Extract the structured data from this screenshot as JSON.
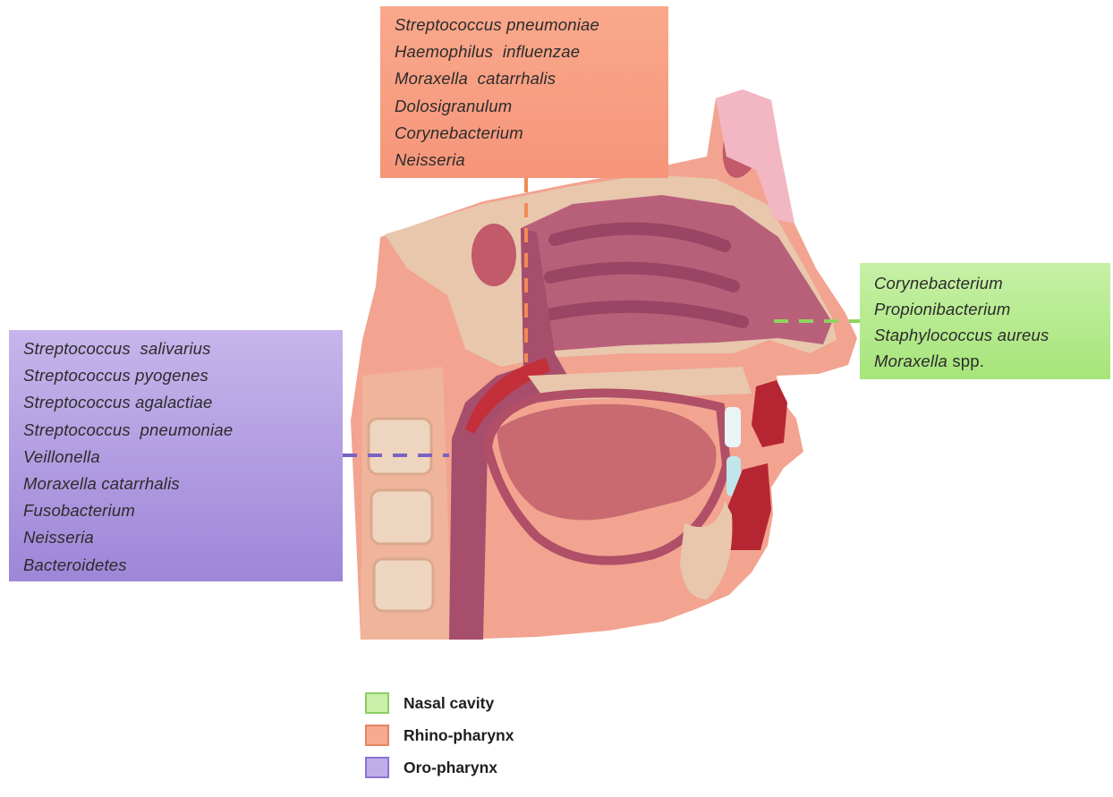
{
  "callouts": {
    "rhino_pharynx": {
      "color": "#f79c80",
      "species": [
        {
          "name": "Streptococcus pneumoniae",
          "suffix": ""
        },
        {
          "name": "Haemophilus  influenzae",
          "suffix": ""
        },
        {
          "name": "Moraxella  catarrhalis",
          "suffix": ""
        },
        {
          "name": "Dolosigranulum",
          "suffix": ""
        },
        {
          "name": "Corynebacterium",
          "suffix": ""
        },
        {
          "name": "Neisseria",
          "suffix": ""
        }
      ]
    },
    "nasal_cavity": {
      "color": "#b3ea8a",
      "species": [
        {
          "name": "Corynebacterium",
          "suffix": ""
        },
        {
          "name": "Propionibacterium",
          "suffix": ""
        },
        {
          "name": "Staphylococcus aureus",
          "suffix": ""
        },
        {
          "name": "Moraxella",
          "suffix": " spp."
        }
      ]
    },
    "oro_pharynx": {
      "color": "#b09ae0",
      "species": [
        {
          "name": "Streptococcus  salivarius",
          "suffix": ""
        },
        {
          "name": "Streptococcus pyogenes",
          "suffix": ""
        },
        {
          "name": "Streptococcus agalactiae",
          "suffix": ""
        },
        {
          "name": "Streptococcus  pneumoniae",
          "suffix": ""
        },
        {
          "name": "Veillonella",
          "suffix": ""
        },
        {
          "name": "Moraxella catarrhalis",
          "suffix": ""
        },
        {
          "name": "Fusobacterium",
          "suffix": ""
        },
        {
          "name": "Neisseria",
          "suffix": ""
        },
        {
          "name": "Bacteroidetes",
          "suffix": ""
        }
      ]
    }
  },
  "leader_colors": {
    "rhino_pharynx": "#f28a55",
    "nasal_cavity": "#8fd45e",
    "oro_pharynx": "#7a62c4"
  },
  "legend": [
    {
      "label": "Nasal cavity",
      "fill": "#c8f0a8",
      "border": "#8ccd63"
    },
    {
      "label": "Rhino-pharynx",
      "fill": "#f8a98e",
      "border": "#e58562"
    },
    {
      "label": "Oro-pharynx",
      "fill": "#c0aeea",
      "border": "#8c73cf"
    }
  ]
}
